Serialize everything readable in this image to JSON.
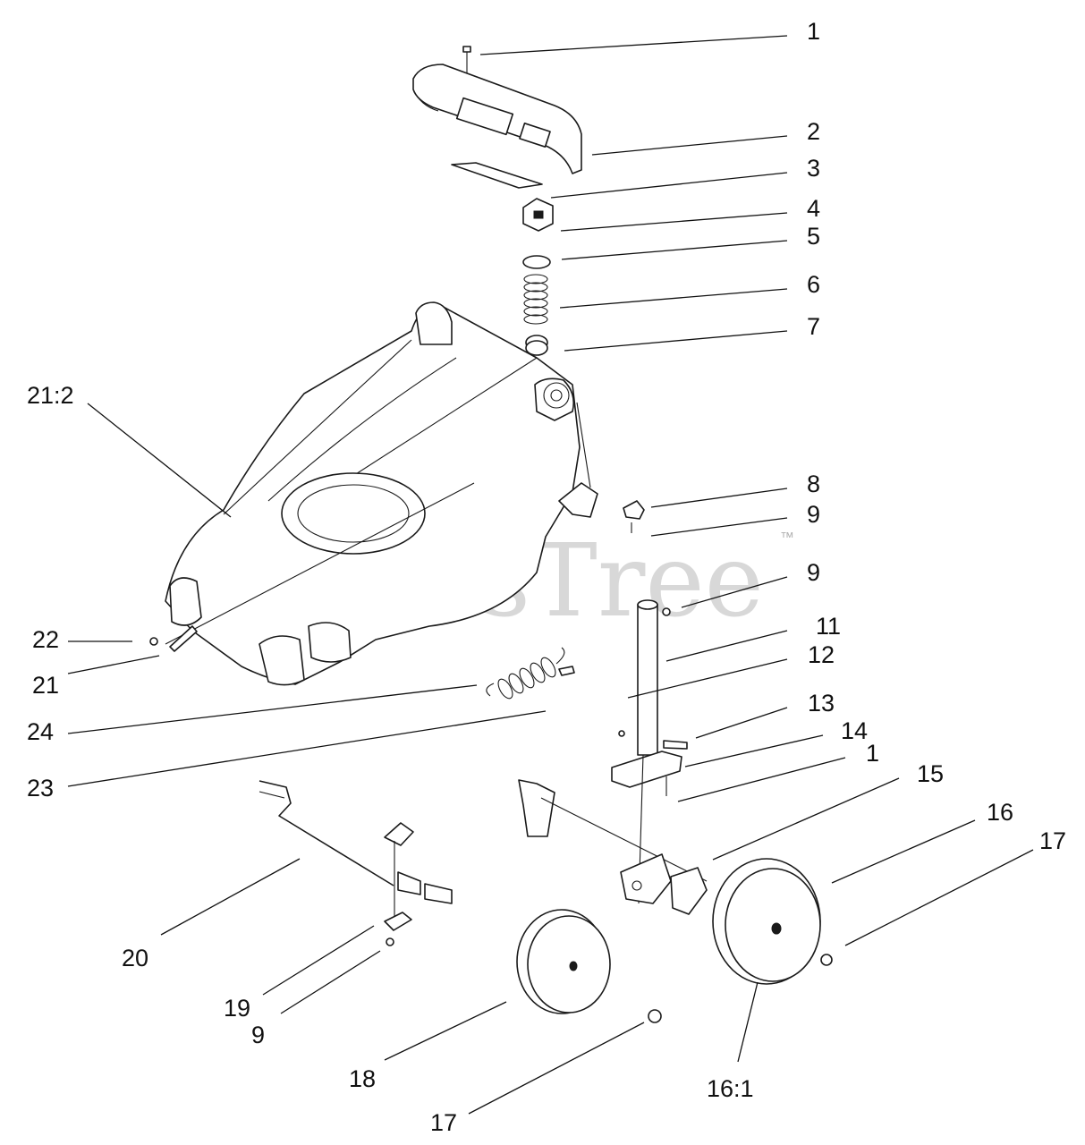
{
  "watermark": {
    "brand": "PartsTree",
    "trademark": "™"
  },
  "callouts": [
    {
      "id": "c1",
      "label": "1"
    },
    {
      "id": "c2",
      "label": "2"
    },
    {
      "id": "c3",
      "label": "3"
    },
    {
      "id": "c4",
      "label": "4"
    },
    {
      "id": "c5",
      "label": "5"
    },
    {
      "id": "c6",
      "label": "6"
    },
    {
      "id": "c7",
      "label": "7"
    },
    {
      "id": "c8",
      "label": "8"
    },
    {
      "id": "c9a",
      "label": "9"
    },
    {
      "id": "c9b",
      "label": "9"
    },
    {
      "id": "c11",
      "label": "11"
    },
    {
      "id": "c12",
      "label": "12"
    },
    {
      "id": "c13",
      "label": "13"
    },
    {
      "id": "c14",
      "label": "14"
    },
    {
      "id": "c1b",
      "label": "1"
    },
    {
      "id": "c15",
      "label": "15"
    },
    {
      "id": "c16",
      "label": "16"
    },
    {
      "id": "c17a",
      "label": "17"
    },
    {
      "id": "c21_2",
      "label": "21:2"
    },
    {
      "id": "c22",
      "label": "22"
    },
    {
      "id": "c21",
      "label": "21"
    },
    {
      "id": "c24",
      "label": "24"
    },
    {
      "id": "c23",
      "label": "23"
    },
    {
      "id": "c20",
      "label": "20"
    },
    {
      "id": "c19",
      "label": "19"
    },
    {
      "id": "c9c",
      "label": "9"
    },
    {
      "id": "c18",
      "label": "18"
    },
    {
      "id": "c16_1",
      "label": "16:1"
    },
    {
      "id": "c17b",
      "label": "17"
    }
  ]
}
